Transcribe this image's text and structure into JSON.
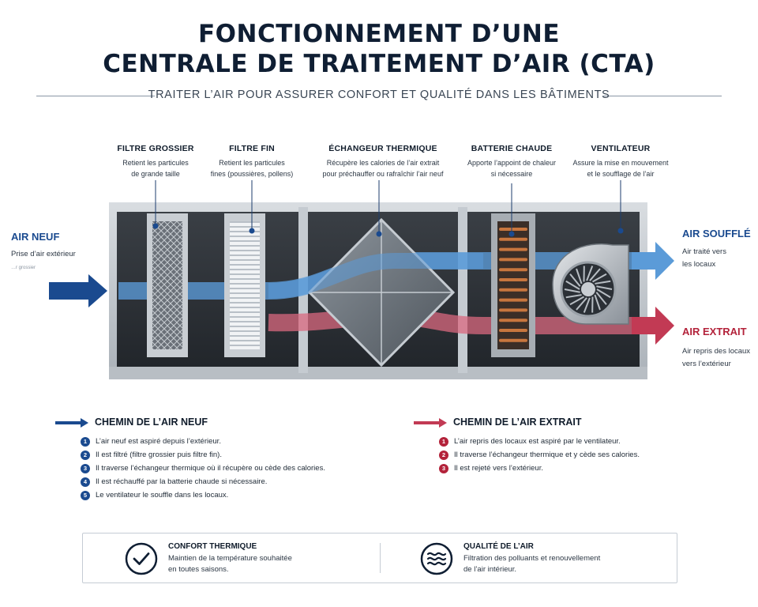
{
  "header": {
    "title_line1": "FONCTIONNEMENT D’UNE",
    "title_line2": "CENTRALE DE TRAITEMENT D’AIR (CTA)",
    "subtitle": "TRAITER L’AIR POUR ASSURER CONFORT ET QUALITÉ DANS LES BÂTIMENTS"
  },
  "components": [
    {
      "name": "FILTRE GROSSIER",
      "desc1": "Retient les particules",
      "desc2": "de grande taille"
    },
    {
      "name": "FILTRE FIN",
      "desc1": "Retient les particules",
      "desc2": "fines (poussières, pollens)"
    },
    {
      "name": "ÉCHANGEUR THERMIQUE",
      "desc1": "Récupère les calories de l’air extrait",
      "desc2": "pour préchauffer ou rafraîchir l’air neuf"
    },
    {
      "name": "BATTERIE CHAUDE",
      "desc1": "Apporte l’appoint de chaleur",
      "desc2": "si nécessaire"
    },
    {
      "name": "VENTILATEUR",
      "desc1": "Assure la mise en mouvement",
      "desc2": "et le soufflage de l’air"
    }
  ],
  "flows": {
    "air_neuf": {
      "title": "AIR NEUF",
      "desc1": "Prise d’air extérieur",
      "desc2": "…r grossier"
    },
    "air_souffle": {
      "title": "AIR SOUFFLÉ",
      "desc1": "Air traité vers",
      "desc2": "les locaux"
    },
    "air_extrait": {
      "title": "AIR EXTRAIT",
      "desc1": "Air repris des locaux",
      "desc2": "vers l’extérieur"
    }
  },
  "paths": {
    "neuf": {
      "title": "CHEMIN DE L’AIR NEUF",
      "steps": [
        {
          "n": "1",
          "text": "L’air neuf est aspiré depuis l’extérieur."
        },
        {
          "n": "2",
          "text": "Il est filtré (filtre grossier puis filtre fin)."
        },
        {
          "n": "3",
          "text": "Il traverse l’échangeur thermique où il récupère ou cède des calories."
        },
        {
          "n": "4",
          "text": "Il est réchauffé par la batterie chaude si nécessaire."
        },
        {
          "n": "5",
          "text": "Le ventilateur le souffle dans les locaux."
        }
      ]
    },
    "extrait": {
      "title": "CHEMIN DE L’AIR EXTRAIT",
      "steps": [
        {
          "n": "1",
          "text": "L’air repris des locaux est aspiré par le ventilateur."
        },
        {
          "n": "2",
          "text": "Il traverse l’échangeur thermique et y cède ses calories."
        },
        {
          "n": "3",
          "text": "Il est rejeté vers l’extérieur."
        }
      ]
    }
  },
  "benefits": [
    {
      "title": "CONFORT THERMIQUE",
      "desc1": "Maintien de la température souhaitée",
      "desc2": "en toutes saisons.",
      "icon": "check-circle-icon"
    },
    {
      "title": "QUALITÉ DE L’AIR",
      "desc1": "Filtration des polluants et renouvellement",
      "desc2": "de l’air intérieur.",
      "icon": "air-waves-icon"
    }
  ],
  "colors": {
    "navy": "#0f1e33",
    "blue": "#1a4a8f",
    "light_blue": "#5b9bd8",
    "red": "#b3223a",
    "pink": "#d9687f"
  }
}
